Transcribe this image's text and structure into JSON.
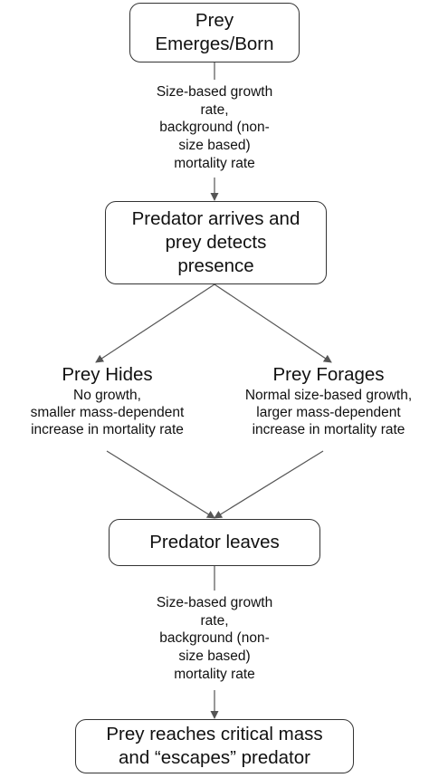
{
  "nodes": {
    "emerge": {
      "lines": [
        "Prey",
        "Emerges/Born"
      ]
    },
    "arrives": {
      "lines": [
        "Predator arrives and",
        "prey detects",
        "presence"
      ]
    },
    "leaves": {
      "lines": [
        "Predator leaves"
      ]
    },
    "escapes": {
      "lines": [
        "Prey reaches critical mass",
        "and “escapes” predator"
      ]
    }
  },
  "labels": {
    "top": {
      "lines": [
        "Size-based growth",
        "rate,",
        "background (non-",
        "size based)",
        "mortality rate"
      ]
    },
    "bottom": {
      "lines": [
        "Size-based growth",
        "rate,",
        "background (non-",
        "size based)",
        "mortality rate"
      ]
    }
  },
  "states": {
    "hides": {
      "title": "Prey Hides",
      "lines": [
        "No growth,",
        "smaller mass-dependent",
        "increase in mortality rate"
      ]
    },
    "forages": {
      "title": "Prey Forages",
      "lines": [
        "Normal size-based growth,",
        "larger mass-dependent",
        "increase in  mortality rate"
      ]
    }
  },
  "colors": {
    "line": "#555555",
    "border": "#333333"
  }
}
